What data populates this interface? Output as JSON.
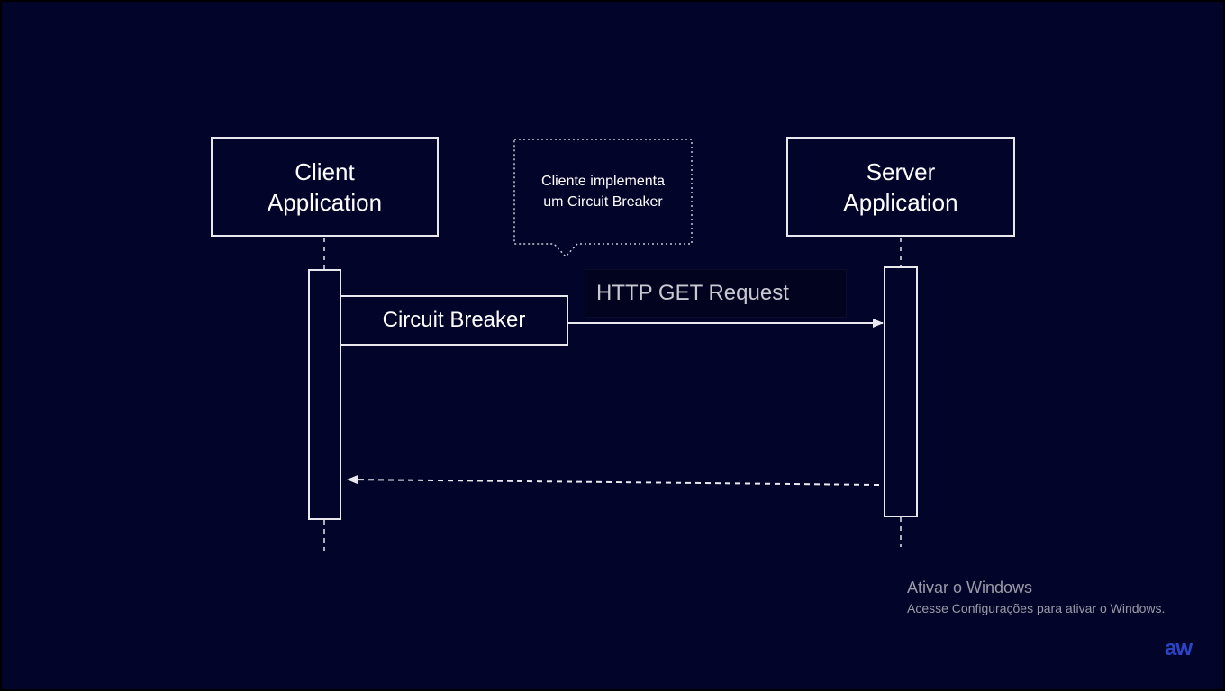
{
  "diagram": {
    "client_actor": {
      "label": "Client\nApplication"
    },
    "server_actor": {
      "label": "Server\nApplication"
    },
    "note": {
      "text": "Cliente implementa\num Circuit Breaker"
    },
    "circuit_breaker": {
      "label": "Circuit Breaker"
    },
    "request_message": {
      "label": "HTTP GET Request"
    },
    "response_message": {
      "label": ""
    }
  },
  "watermark": {
    "title": "Ativar o Windows",
    "subtitle": "Acesse Configurações para ativar o Windows."
  },
  "logo": {
    "text": "aw"
  },
  "colors": {
    "background": "#03042a",
    "stroke": "#e8e8ee",
    "label_muted": "#c9c9d3",
    "watermark": "#9a9aa6",
    "logo": "#2a45c8"
  }
}
